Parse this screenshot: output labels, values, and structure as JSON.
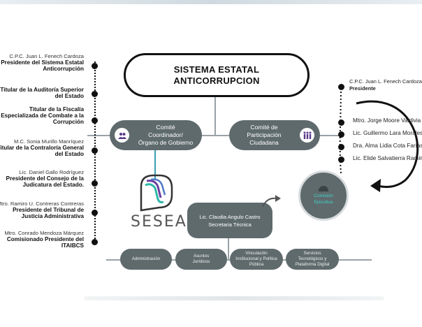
{
  "title": {
    "line1": "SISTEMA ESTATAL",
    "line2": "ANTICORRUPCION"
  },
  "left_members": [
    {
      "name": "C.P.C. Juan L. Fenech Cardoza",
      "role1": "Presidente  del Sistema Estatal",
      "role2": "Anticorrupción"
    },
    {
      "name": "",
      "role1": "Titular de la Auditoría Superior",
      "role2": "del Estado"
    },
    {
      "name": "",
      "role1": "Titular de la Fiscalía",
      "role2": "Especializada de Combate a la",
      "role3": "Corrupción"
    },
    {
      "name": "M.C. Sonia Murillo Manríquez",
      "role1": "Titular de la Contraloría General",
      "role2": "del Estado"
    },
    {
      "name": "Lic. Daniel Gallo Rodríguez",
      "role1": "Presidente del Consejo de la",
      "role2": "Judicatura del Estado."
    },
    {
      "name": "Mtro. Ramiro U. Contreras Contreras",
      "role1": "Presidente del Tribunal de",
      "role2": "Justicia Administrativa"
    },
    {
      "name": "Mtro. Conrado Mendoza Márquez",
      "role1": "Comisionado Presidente del",
      "role2": "ITAIBCS"
    }
  ],
  "comite_coordinador": {
    "line1": "Comité",
    "line2": "Coordinador/",
    "line3": "Órgano de Gobierno"
  },
  "comite_participacion": {
    "line1": "Comité de",
    "line2": "Participación",
    "line3": "Ciudadana"
  },
  "right_president": {
    "name": "C.P.C. Juan L. Fenech Cardoza",
    "role": "Presidente"
  },
  "right_members": [
    "Mtro. Jorge Moore Valdivia",
    "Lic. Guillermo Lara Morales",
    "Dra. Alma Lidia Cota Farías",
    "Lic. Elide Salvatierra Ramírez"
  ],
  "comision": {
    "line1": "Comisión",
    "line2": "Ejecutiva"
  },
  "logo_text": "SESEA",
  "secretaria": {
    "line1": "Lic. Claudia Angulo Castro",
    "line2": "Secretaria Técnica"
  },
  "areas": [
    {
      "line1": "Administración"
    },
    {
      "line1": "Asuntos",
      "line2": "Jurídicos"
    },
    {
      "line1": "Vinculación",
      "line2": "Institucional y Política",
      "line3": "Pública"
    },
    {
      "line1": "Servicios",
      "line2": "Tecnológicos y",
      "line3": "Plataforma Digital"
    }
  ],
  "colors": {
    "pill": "#5f6a6d",
    "line": "#9aa2a6",
    "accent_teal": "#2fb8a8",
    "accent_purple": "#6b3fa0"
  }
}
